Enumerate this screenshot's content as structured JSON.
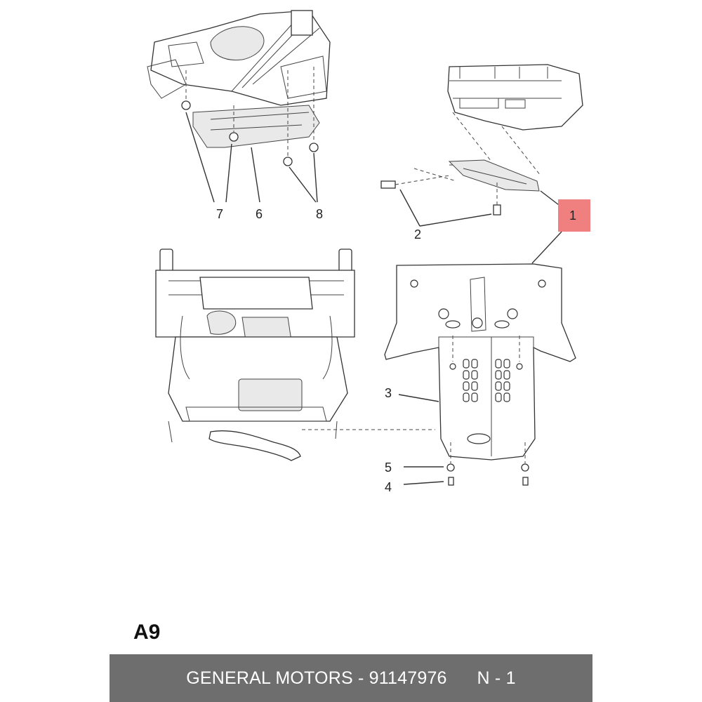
{
  "callouts": {
    "c1": "1",
    "c2": "2",
    "c3": "3",
    "c4": "4",
    "c5": "5",
    "c6": "6",
    "c7": "7",
    "c8": "8"
  },
  "highlight_color": "#f08080",
  "section_code": "A9",
  "footer": {
    "brand": "GENERAL MOTORS",
    "separator": " - ",
    "part_number": "91147976",
    "gap": "      ",
    "quantity": "N - 1"
  },
  "footer_color": "#6e6e6e"
}
